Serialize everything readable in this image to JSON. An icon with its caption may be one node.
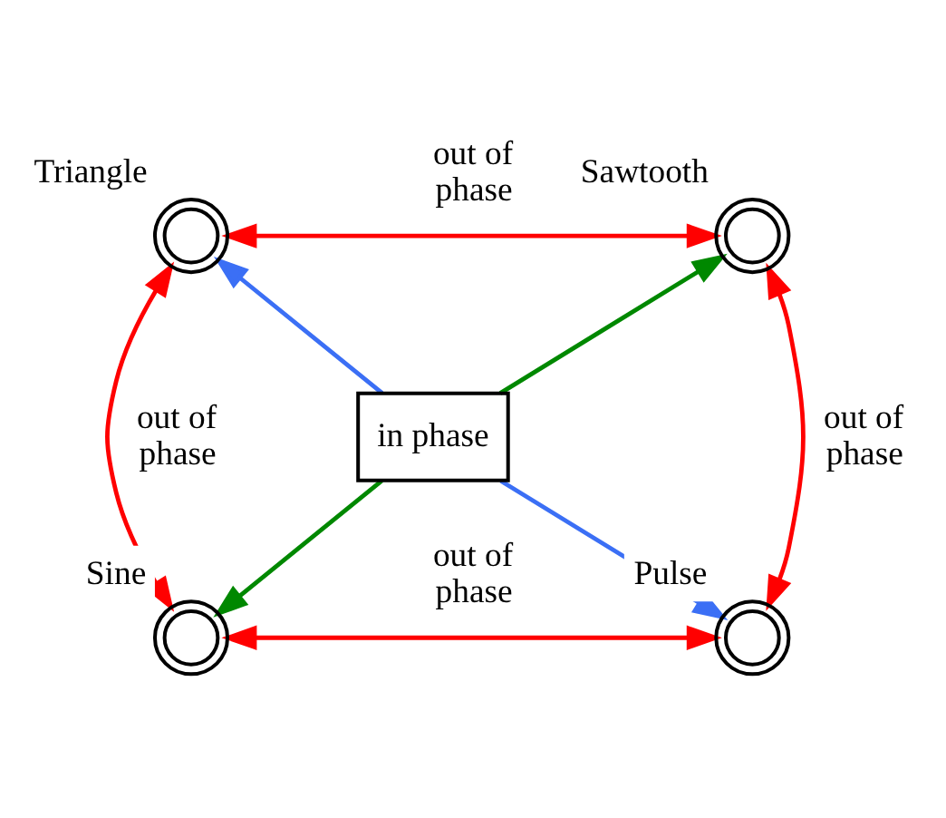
{
  "diagram": {
    "nodes": [
      {
        "text": [
          "Triangle"
        ]
      },
      {
        "text": [
          "Sawtooth"
        ]
      },
      {
        "text": [
          "in phase"
        ]
      },
      {
        "text": [
          "Sine"
        ]
      },
      {
        "text": [
          "Pulse"
        ]
      }
    ],
    "edges": [
      {
        "from": 0,
        "to": 1,
        "arrow": "both",
        "label": "out of phase",
        "color": "#ff0000"
      },
      {
        "from": 0,
        "to": 3,
        "arrow": "both",
        "label": "out of phase",
        "color": "#ff0000"
      },
      {
        "from": 1,
        "to": 4,
        "arrow": "both",
        "label": "out of phase",
        "color": "#ff0000"
      },
      {
        "from": 3,
        "to": 4,
        "arrow": "both",
        "label": "out of phase",
        "color": "#ff0000"
      },
      {
        "from": 2,
        "to": 0,
        "arrow": "to",
        "color": "#3b6ff5"
      },
      {
        "from": 2,
        "to": 1,
        "arrow": "to",
        "color": "#008800"
      },
      {
        "from": 2,
        "to": 3,
        "arrow": "to",
        "color": "#008800"
      },
      {
        "from": 2,
        "to": 4,
        "arrow": "to",
        "color": "#3b6ff5"
      }
    ]
  }
}
